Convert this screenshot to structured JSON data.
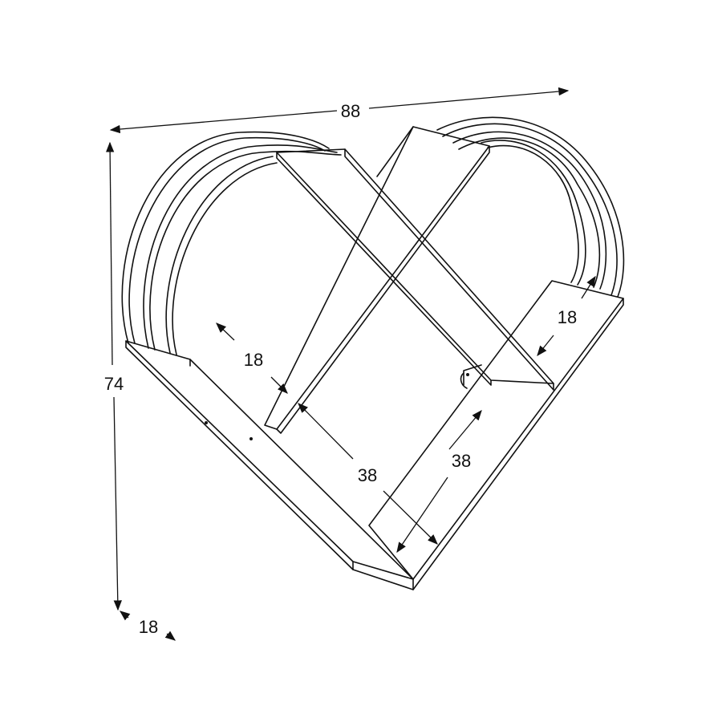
{
  "title": "Heart-shaped wall shelf dimension drawing",
  "dimensions": {
    "overall_width": "88",
    "overall_height": "74",
    "depth": "18",
    "inner_left_gap": "18",
    "inner_right_gap": "18",
    "inner_left_length": "38",
    "inner_right_length": "38"
  },
  "colors": {
    "line": "#111111",
    "background": "#ffffff"
  }
}
